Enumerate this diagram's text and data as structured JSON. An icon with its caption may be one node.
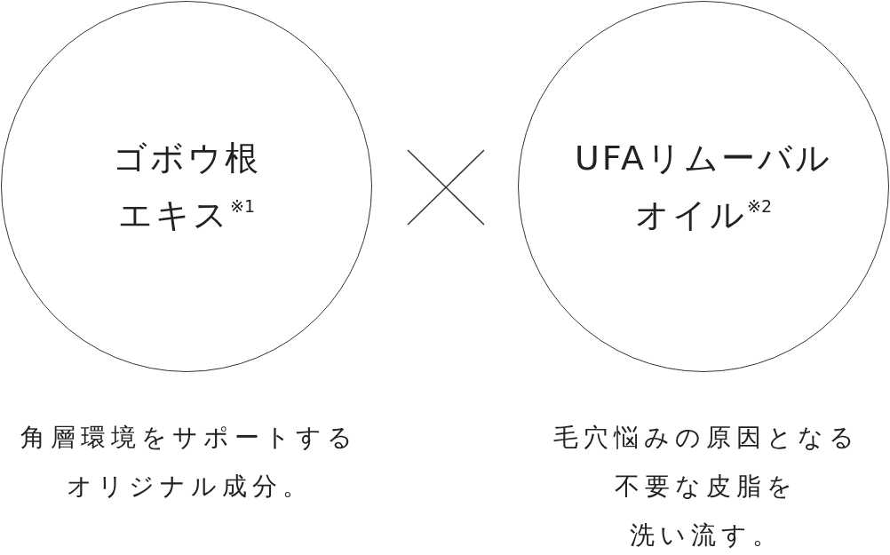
{
  "diagram": {
    "nodes": [
      {
        "text": [
          "ゴボウ根エキス$^{※1}$"
        ],
        "beside": [
          "角層環境をサポートするオリジナル成分。"
        ]
      },
      {
        "text": [
          "UFAリムーバルオイル$^{※2}$"
        ],
        "beside": [
          "毛穴悩みの原因となる不要な皮脂を洗い流す。"
        ]
      }
    ]
  }
}
